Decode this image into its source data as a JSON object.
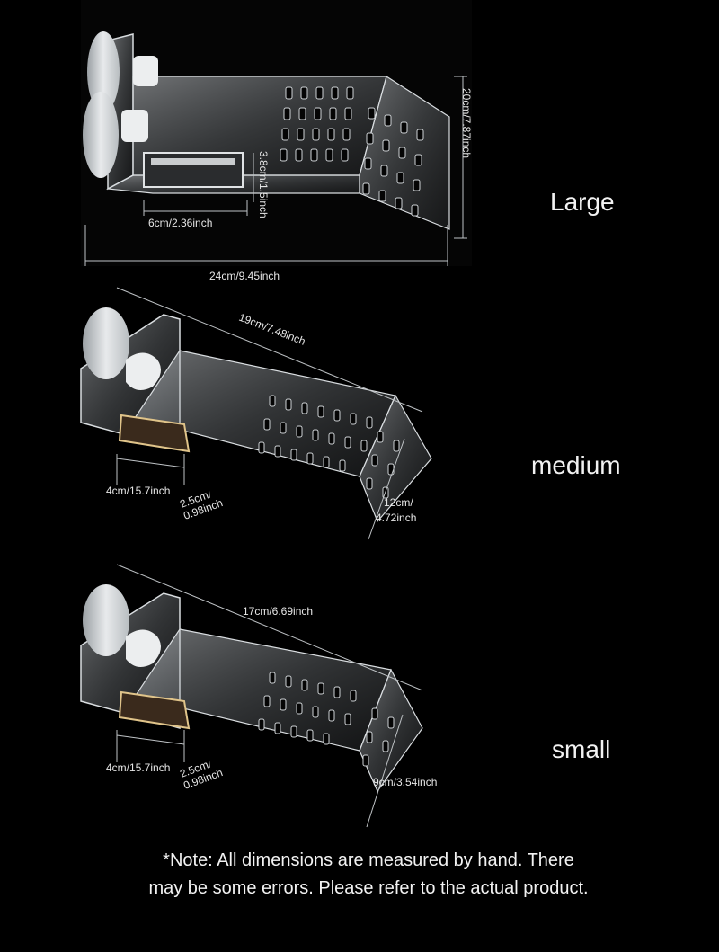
{
  "sizes": {
    "large": "Large",
    "medium": "medium",
    "small": "small"
  },
  "large": {
    "height": "20cm/7.87inch",
    "tray_depth": "3.8cm/1.5inch",
    "tray_width": "6cm/2.36inch",
    "length": "24cm/9.45inch"
  },
  "medium": {
    "length": "19cm/7.48inch",
    "tray_width": "4cm/15.7inch",
    "tray_depth_cm": "2.5cm/",
    "tray_depth_in": "0.98inch",
    "width_cm": "12cm/",
    "width_in": "4.72inch"
  },
  "small": {
    "length": "17cm/6.69inch",
    "tray_width": "4cm/15.7inch",
    "tray_depth_cm": "2.5cm/",
    "tray_depth_in": "0.98inch",
    "width": "9cm/3.54inch"
  },
  "note": {
    "line1": "*Note: All dimensions are measured by hand. There",
    "line2": "may be some errors. Please refer to the actual product."
  },
  "colors": {
    "background": "#000000",
    "acrylic": "#d9dde0",
    "text": "#f2f2f2"
  }
}
